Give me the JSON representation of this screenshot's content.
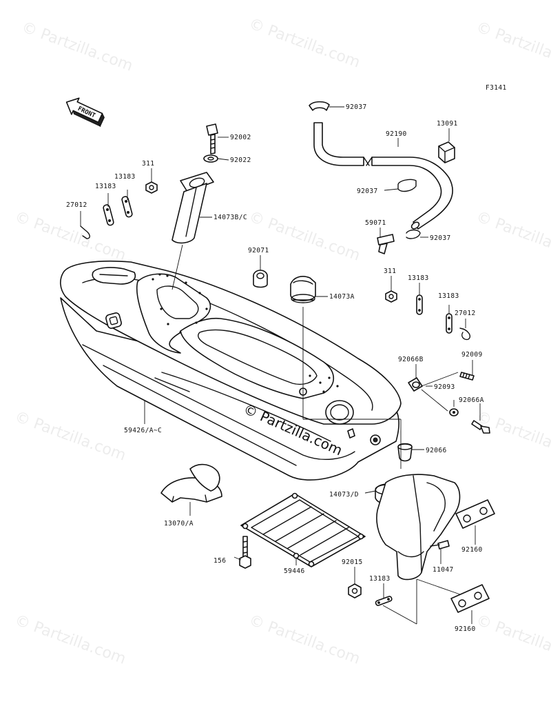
{
  "figure_code": "F3141",
  "front_label": "FRONT",
  "watermark_text": "© Partzilla.com",
  "center_watermark": "© Partzilla.com",
  "parts": {
    "p92037_top": "92037",
    "p92002": "92002",
    "p92022": "92022",
    "p311_left": "311",
    "p13183_a": "13183",
    "p13183_b": "13183",
    "p27012_left": "27012",
    "p14073bc": "14073B/C",
    "p92190": "92190",
    "p13091": "13091",
    "p92037_mid": "92037",
    "p59071": "59071",
    "p92037_low": "92037",
    "p92071": "92071",
    "p14073a": "14073A",
    "p311_right": "311",
    "p13183_c": "13183",
    "p13183_d": "13183",
    "p27012_right": "27012",
    "p92066b": "92066B",
    "p92009": "92009",
    "p92093": "92093",
    "p92066a": "92066A",
    "p59426": "59426/A~C",
    "p92066": "92066",
    "p14073d": "14073/D",
    "p13070": "13070/A",
    "p92160_top": "92160",
    "p11047": "11047",
    "p156": "156",
    "p59446": "59446",
    "p92015": "92015",
    "p13183_e": "13183",
    "p92160_bot": "92160"
  }
}
